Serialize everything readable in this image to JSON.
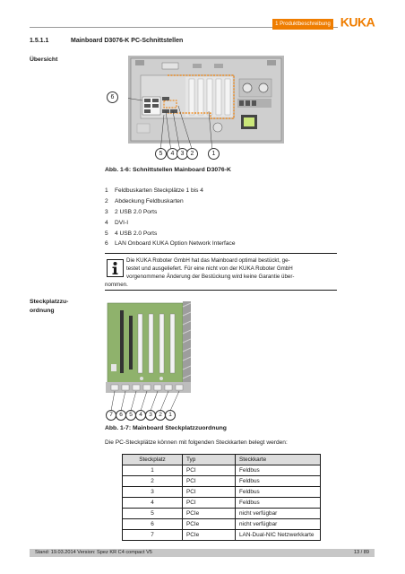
{
  "header": {
    "section_label": "1 Produktbeschreibung",
    "logo_text": "KUKA",
    "accent_color": "#ef7d00"
  },
  "section": {
    "number": "1.5.1.1",
    "title": "Mainboard D3076-K PC-Schnittstellen"
  },
  "side_labels": {
    "overview": "Übersicht",
    "slot_assignment_line1": "Steckplatzzu-",
    "slot_assignment_line2": "ordnung"
  },
  "figure1": {
    "callouts": [
      "6",
      "5",
      "4",
      "3",
      "2",
      "1"
    ],
    "caption": "Abb. 1-6: Schnittstellen Mainboard D3076-K"
  },
  "interfaces": [
    {
      "n": "1",
      "text": "Feldbuskarten Steckplätze 1 bis 4"
    },
    {
      "n": "2",
      "text": "Abdeckung Feldbuskarten"
    },
    {
      "n": "3",
      "text": "2 USB 2.0 Ports"
    },
    {
      "n": "4",
      "text": "DVI-I"
    },
    {
      "n": "5",
      "text": "4 USB 2.0 Ports"
    },
    {
      "n": "6",
      "text": "LAN Onboard KUKA Option Network Interface"
    }
  ],
  "note": {
    "icon": "info-icon",
    "line1": "Die KUKA Roboter GmbH hat das Mainboard optimal bestückt, ge-",
    "line2": "testet und ausgeliefert. Für eine nicht von der KUKA Roboter GmbH",
    "line3": "vorgenommene Änderung der Bestückung wird keine Garantie über-",
    "line4": "nommen."
  },
  "figure2": {
    "callouts": [
      "7",
      "6",
      "5",
      "4",
      "3",
      "2",
      "1"
    ],
    "caption": "Abb. 1-7: Mainboard Steckplatzzuordnung"
  },
  "intro": "Die PC-Steckplätze können mit folgenden Steckkarten belegt werden:",
  "table": {
    "headers": [
      "Steckplatz",
      "Typ",
      "Steckkarte"
    ],
    "rows": [
      [
        "1",
        "PCI",
        "Feldbus"
      ],
      [
        "2",
        "PCI",
        "Feldbus"
      ],
      [
        "3",
        "PCI",
        "Feldbus"
      ],
      [
        "4",
        "PCI",
        "Feldbus"
      ],
      [
        "5",
        "PCIe",
        "nicht verfügbar"
      ],
      [
        "6",
        "PCIe",
        "nicht verfügbar"
      ],
      [
        "7",
        "PCIe",
        "LAN-Dual-NIC Netzwerkkarte"
      ]
    ]
  },
  "footer": {
    "left": "Stand: 19.03.2014 Version: Spez KR C4 compact V5",
    "right": "13 / 89"
  }
}
